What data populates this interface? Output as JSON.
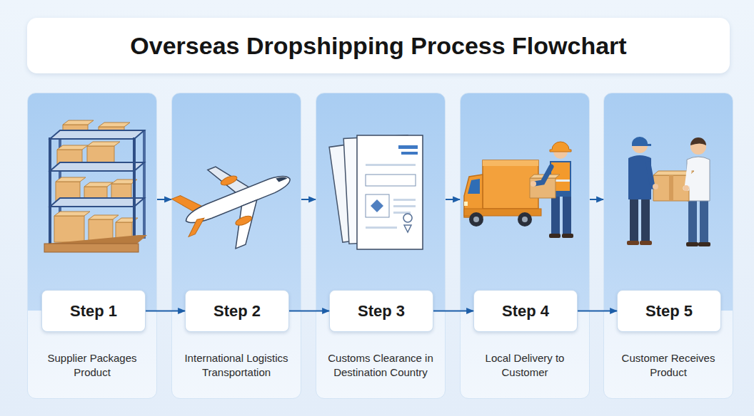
{
  "diagram": {
    "title": "Overseas Dropshipping Process Flowchart",
    "nodes": [
      {
        "text": [
          "Supplier Packages Product"
        ]
      },
      {
        "text": [
          "Step 1"
        ],
        "in": 0
      },
      {
        "text": [
          "International Logistics Transportation"
        ]
      },
      {
        "text": [
          "Step 2"
        ],
        "in": 2
      },
      {
        "text": [
          "Customs Clearance in Destination Country"
        ]
      },
      {
        "text": [
          "Step 3"
        ],
        "in": 4
      },
      {
        "text": [
          "Local Delivery to Customer"
        ]
      },
      {
        "text": [
          "Step 4"
        ],
        "in": 6
      },
      {
        "text": [
          "Customer Receives Product"
        ]
      },
      {
        "text": [
          "Step 5"
        ],
        "in": 8
      }
    ],
    "edges": [
      {
        "from": 0,
        "to": 2,
        "arrow": "to"
      },
      {
        "from": 2,
        "to": 4,
        "arrow": "to"
      },
      {
        "from": 4,
        "to": 6,
        "arrow": "to"
      },
      {
        "from": 6,
        "to": 8,
        "arrow": "to"
      },
      {
        "from": 1,
        "to": 3,
        "arrow": "to"
      },
      {
        "from": 3,
        "to": 5,
        "arrow": "to"
      },
      {
        "from": 5,
        "to": 7,
        "arrow": "to"
      },
      {
        "from": 7,
        "to": 9,
        "arrow": "to"
      }
    ]
  }
}
